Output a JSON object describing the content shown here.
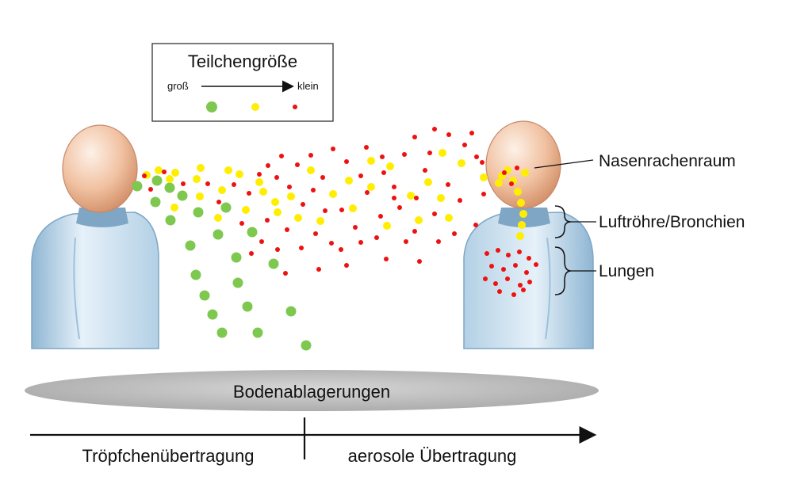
{
  "legend": {
    "title": "Teilchengröße",
    "from_label": "groß",
    "to_label": "klein",
    "swatches": [
      {
        "size": "large",
        "color": "#7ec850"
      },
      {
        "size": "medium",
        "color": "#ffee00"
      },
      {
        "size": "small",
        "color": "#ee1111"
      }
    ]
  },
  "labels": {
    "nasopharynx": "Nasenrachenraum",
    "trachea_bronchi": "Luftröhre/Bronchien",
    "lungs": "Lungen",
    "ground": "Bodenablagerungen",
    "droplet_transmission": "Tröpfchenübertragung",
    "aerosol_transmission": "aerosole Übertragung"
  },
  "colors": {
    "body_light": "#dcebf6",
    "body_dark": "#8fb6d3",
    "head_light": "#fbe5d6",
    "head_dark": "#dd9a72",
    "neck": "#7fa6c4",
    "ground": "#bdbdbd",
    "large_particle": "#7ec850",
    "medium_particle": "#ffee00",
    "small_particle": "#ee1111"
  }
}
